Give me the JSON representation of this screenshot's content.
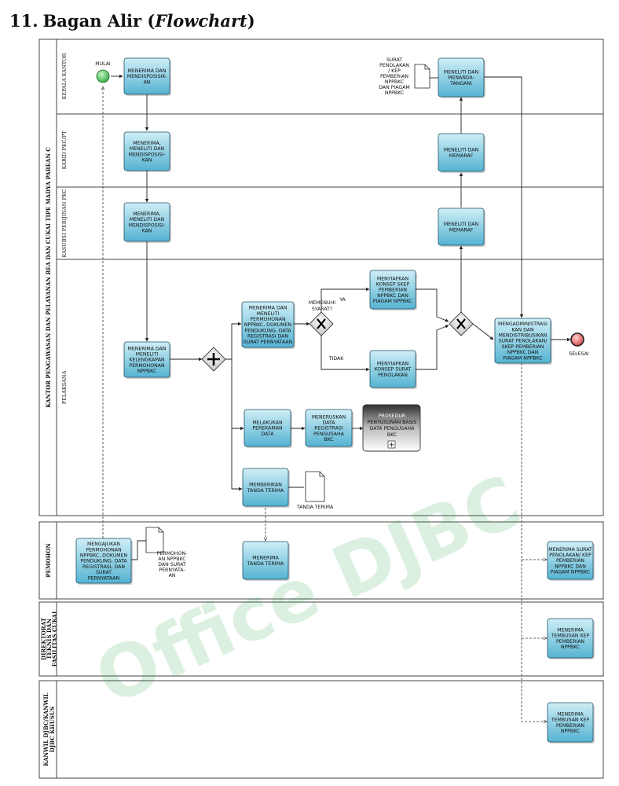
{
  "title": {
    "number": "11.",
    "main": "Bagan Alir (",
    "italic": "Flowchart",
    "close": ")"
  },
  "pools": {
    "kantor": "KANTOR PENGAWASAN DAN PELAYANAN BEA DAN CUKAI TIPE MADYA PABEAN C",
    "pemohon": "PEMOHON",
    "direktorat": [
      "DIREKTORAT",
      "TEKNIS DAN",
      "FASILITAS CUKAI"
    ],
    "kanwil": [
      "KANWIL DJBC/KANWIL",
      "DJBC KHUSUS"
    ]
  },
  "lanes": {
    "kepala_kantor": "KEPALA KANTOR",
    "kabid": "KABID PKC/PT",
    "kasubsi": "KASUBSI PERIJINAN PKC",
    "pelaksana": "PELAKSANA"
  },
  "events": {
    "start": "MULAI",
    "end": "SELESAI"
  },
  "tasks": {
    "t1": [
      "MENERIMA DAN",
      "MENDISPOSISIK-",
      "AN"
    ],
    "t2": [
      "MENERIMA,",
      "MENELITI DAN",
      "MENDISPOSISI-",
      "KAN"
    ],
    "t3": [
      "MENERIMA,",
      "MENELITI DAN",
      "MENDISPOSISI-",
      "KAN"
    ],
    "t4": [
      "MENERIMA DAN",
      "MENELITI",
      "KELENGKAPAN",
      "PERMOHONAN",
      "NPPBKC"
    ],
    "t5": [
      "MENERIMA DAN",
      "MENELITI",
      "PERMOHONAN",
      "NPPBKC, DOKUMEN",
      "PENDUKUNG, DATA",
      "REGISTRASI DAN",
      "SURAT PERNYATAAN"
    ],
    "t6": [
      "MENYIAPKAN",
      "KONSEP SKEP",
      "PEMBERIAN",
      "NPPBKC DAN",
      "PIAGAM NPPBKC"
    ],
    "t7": [
      "MENYIAPKAN",
      "KONSEP SURAT",
      "PENOLAKAN"
    ],
    "t8": [
      "MELAKUKAN",
      "PEREKAMAN",
      "DATA"
    ],
    "t9": [
      "MENERUSKAN",
      "DATA",
      "REGISTRASI",
      "PENGUSAHA",
      "BKC"
    ],
    "t10": [
      "MEMBERIKAN",
      "TANDA TERIMA"
    ],
    "t11": [
      "MENGADMINISTRASI",
      "KAN DAN",
      "MENDISTRIBUSIKAN",
      "SURAT PENOLAKAN/",
      "SKEP PEMBERIAN",
      "NPPBKC DAN",
      "PIAGAM NPPBKC"
    ],
    "t12": [
      "MENELITI DAN",
      "MEMARAF"
    ],
    "t13": [
      "MENELITI DAN",
      "MEMARAF"
    ],
    "t14": [
      "MENELITI DAN",
      "MENANDA-",
      "TANGANI"
    ],
    "t15": [
      "MENGAJUKAN",
      "PERMOHONAN",
      "NPPBKC, DOKUMEN",
      "PENDUKUNG, DATA",
      "REGISTRASI, DAN",
      "SURAT",
      "PERNYATAAN"
    ],
    "t16": [
      "MENERIMA",
      "TANDA TERIMA"
    ],
    "t17": [
      "MENERIMA SURAT",
      "PENOLAKAN/ KEP",
      "PEMBERIAN",
      "NPPBKC DAN",
      "PIAGAM NPPBKC"
    ],
    "t18": [
      "MENERIMA",
      "TEMBUSAN KEP",
      "PEMBERIAN",
      "NPPBKC"
    ],
    "t19": [
      "MENERIMA",
      "TEMBUSAN KEP",
      "PEMBERIAN",
      "NPPBKC"
    ]
  },
  "subprocess": [
    "PROSEDUR",
    "PENYUSUNAN BASIS",
    "DATA PENGUSAHA",
    "BKC"
  ],
  "subprocess_marker": "+",
  "gateway_labels": {
    "decision": [
      "MEMENUHI",
      "SYARAT?"
    ],
    "yes": "YA",
    "no": "TIDAK"
  },
  "documents": {
    "d1": [
      "SURAT",
      "PENOLAKAN",
      "/ KEP",
      "PEMBERIAN",
      "NPPBKC",
      "DAN PIAGAM",
      "NPPBKC"
    ],
    "d2": [
      "TANDA TERIMA"
    ],
    "d3": [
      "PERMOHON-",
      "AN NPPBKC",
      "DAN SURAT",
      "PERNYATA-",
      "AN"
    ]
  },
  "watermark": "Office DJBC",
  "colors": {
    "task_top": "#cfeef6",
    "task_bottom": "#55b3d2",
    "task_stroke": "#1e4f66",
    "start": "#5fd06a",
    "end": "#e87070",
    "gateway": "#dcdcdc",
    "subprocess": "#2f2f2f"
  }
}
